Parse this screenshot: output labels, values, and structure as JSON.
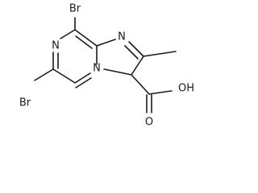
{
  "molecule": {
    "atom_labels": {
      "br_top": "Br",
      "br_left": "Br",
      "n_pyrazine": "N",
      "n_imidazole": "N",
      "n_bridgehead": "N",
      "hydroxyl": "OH",
      "carbonyl_o": "O"
    }
  }
}
